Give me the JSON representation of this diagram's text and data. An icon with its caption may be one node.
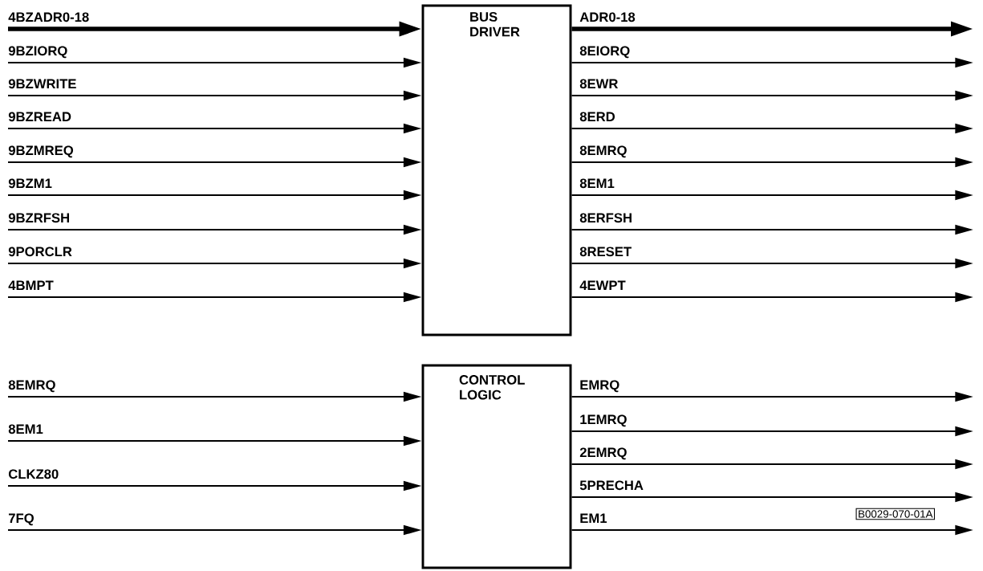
{
  "diagram": {
    "nodes": [
      {
        "text": [
          "BUS DRIVER"
        ]
      },
      {
        "text": [
          "CONTROL LOGIC"
        ]
      }
    ],
    "edges": [
      {
        "from": null,
        "to": 0,
        "arrow": "to",
        "label": "4BZADR0-18",
        "style": "thick"
      },
      {
        "from": null,
        "to": 0,
        "arrow": "to",
        "label": "9BZIORQ"
      },
      {
        "from": null,
        "to": 0,
        "arrow": "to",
        "label": "9BZWRITE"
      },
      {
        "from": null,
        "to": 0,
        "arrow": "to",
        "label": "9BZREAD"
      },
      {
        "from": null,
        "to": 0,
        "arrow": "to",
        "label": "9BZMREQ"
      },
      {
        "from": null,
        "to": 0,
        "arrow": "to",
        "label": "9BZM1"
      },
      {
        "from": null,
        "to": 0,
        "arrow": "to",
        "label": "9BZRFSH"
      },
      {
        "from": null,
        "to": 0,
        "arrow": "to",
        "label": "9PORCLR"
      },
      {
        "from": null,
        "to": 0,
        "arrow": "to",
        "label": "4BMPT"
      },
      {
        "from": 0,
        "to": null,
        "arrow": "to",
        "label": "ADR0-18",
        "style": "thick"
      },
      {
        "from": 0,
        "to": null,
        "arrow": "to",
        "label": "8EIORQ"
      },
      {
        "from": 0,
        "to": null,
        "arrow": "to",
        "label": "8EWR"
      },
      {
        "from": 0,
        "to": null,
        "arrow": "to",
        "label": "8ERD"
      },
      {
        "from": 0,
        "to": null,
        "arrow": "to",
        "label": "8EMRQ"
      },
      {
        "from": 0,
        "to": null,
        "arrow": "to",
        "label": "8EM1"
      },
      {
        "from": 0,
        "to": null,
        "arrow": "to",
        "label": "8ERFSH"
      },
      {
        "from": 0,
        "to": null,
        "arrow": "to",
        "label": "8RESET"
      },
      {
        "from": 0,
        "to": null,
        "arrow": "to",
        "label": "4EWPT"
      },
      {
        "from": null,
        "to": 1,
        "arrow": "to",
        "label": "8EMRQ"
      },
      {
        "from": null,
        "to": 1,
        "arrow": "to",
        "label": "8EM1"
      },
      {
        "from": null,
        "to": 1,
        "arrow": "to",
        "label": "CLKZ80"
      },
      {
        "from": null,
        "to": 1,
        "arrow": "to",
        "label": "7FQ"
      },
      {
        "from": 1,
        "to": null,
        "arrow": "to",
        "label": "EMRQ"
      },
      {
        "from": 1,
        "to": null,
        "arrow": "to",
        "label": "1EMRQ"
      },
      {
        "from": 1,
        "to": null,
        "arrow": "to",
        "label": "2EMRQ"
      },
      {
        "from": 1,
        "to": null,
        "arrow": "to",
        "label": "5PRECHA"
      },
      {
        "from": 1,
        "to": null,
        "arrow": "to",
        "label": "EM1"
      }
    ],
    "labels": [
      "B0029-070-01A"
    ]
  }
}
